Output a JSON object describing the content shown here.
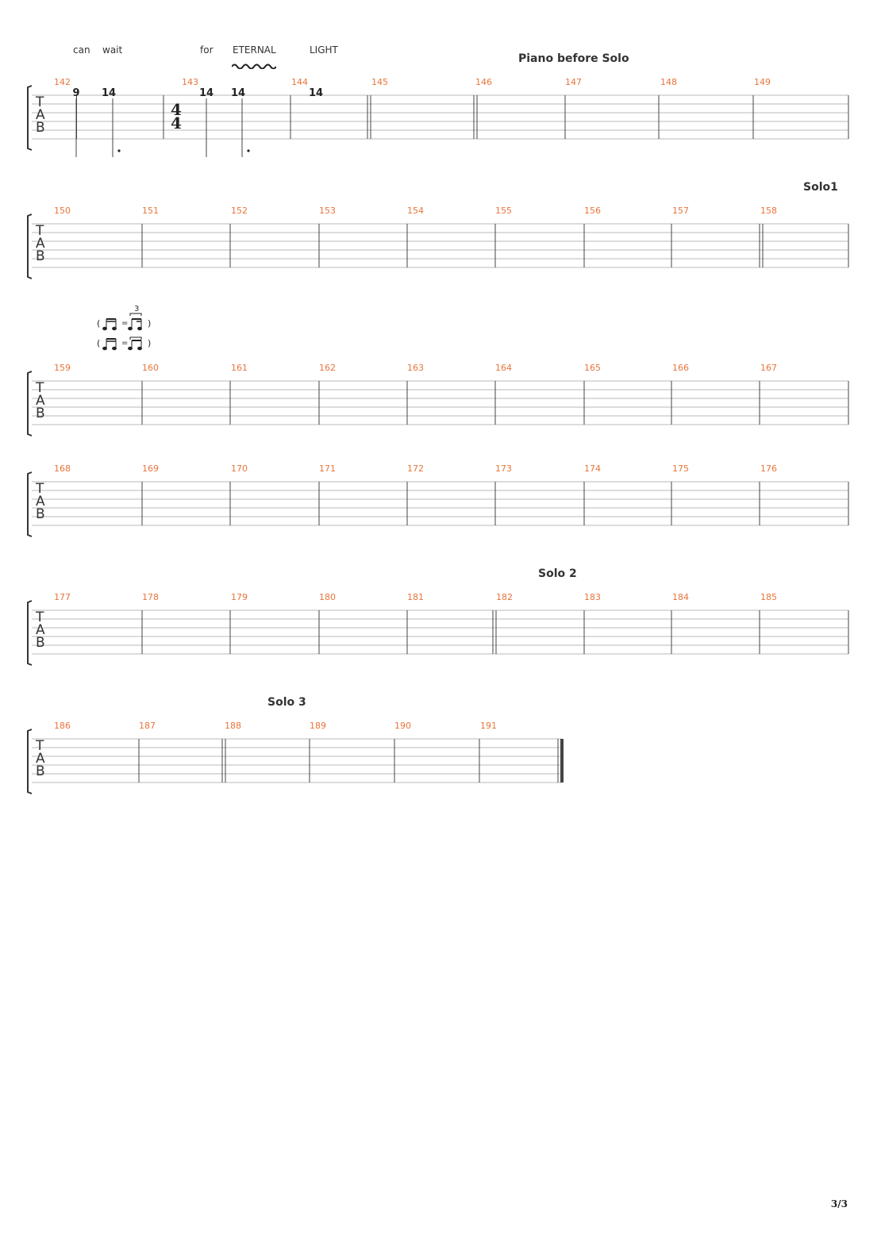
{
  "lyrics": [
    "can",
    "wait",
    "for",
    "ETERNAL",
    "LIGHT"
  ],
  "sections": {
    "piano_before_solo": "Piano before Solo",
    "solo1": "Solo1",
    "solo2": "Solo 2",
    "solo3": "Solo 3"
  },
  "tab_letters": [
    "T",
    "A",
    "B"
  ],
  "time_signature": {
    "top": "4",
    "bottom": "4"
  },
  "tuplet_number": "3",
  "frets": [
    "9",
    "14",
    "14",
    "14",
    "14"
  ],
  "systems": [
    {
      "measures": [
        "142",
        "143",
        "144",
        "145",
        "146",
        "147",
        "148",
        "149"
      ]
    },
    {
      "measures": [
        "150",
        "151",
        "152",
        "153",
        "154",
        "155",
        "156",
        "157",
        "158"
      ]
    },
    {
      "measures": [
        "159",
        "160",
        "161",
        "162",
        "163",
        "164",
        "165",
        "166",
        "167"
      ]
    },
    {
      "measures": [
        "168",
        "169",
        "170",
        "171",
        "172",
        "173",
        "174",
        "175",
        "176"
      ]
    },
    {
      "measures": [
        "177",
        "178",
        "179",
        "180",
        "181",
        "182",
        "183",
        "184",
        "185"
      ]
    },
    {
      "measures": [
        "186",
        "187",
        "188",
        "189",
        "190",
        "191"
      ]
    }
  ],
  "page_number": "3/3",
  "colors": {
    "measure_number": "#e8743b",
    "staff_line": "#b8b8b8",
    "barline": "#444444"
  }
}
